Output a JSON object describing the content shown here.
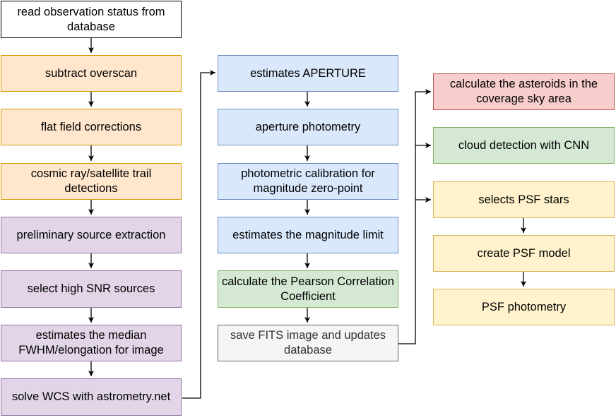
{
  "boxes": [
    {
      "id": "b1",
      "text": "read observation status from database"
    },
    {
      "id": "b2",
      "text": "subtract overscan"
    },
    {
      "id": "b3",
      "text": "flat field corrections"
    },
    {
      "id": "b4",
      "text": "cosmic ray/satellite trail detections"
    },
    {
      "id": "b5",
      "text": "preliminary source extraction"
    },
    {
      "id": "b6",
      "text": "select high SNR sources"
    },
    {
      "id": "b7",
      "text": "estimates the median FWHM/elongation for image"
    },
    {
      "id": "b8",
      "text": "solve WCS with astrometry.net"
    },
    {
      "id": "b9",
      "text": "estimates APERTURE"
    },
    {
      "id": "b10",
      "text": "aperture photometry"
    },
    {
      "id": "b11",
      "text": "photometric calibration for magnitude zero-point"
    },
    {
      "id": "b12",
      "text": "estimates the magnitude limit"
    },
    {
      "id": "b13",
      "text": "calculate the Pearson Correlation Coefficient"
    },
    {
      "id": "b14",
      "text": "save FITS image  and updates database"
    },
    {
      "id": "b15",
      "text": "calculate the asteroids in the coverage sky area"
    },
    {
      "id": "b16",
      "text": "cloud detection with CNN"
    },
    {
      "id": "b17",
      "text": "selects PSF stars"
    },
    {
      "id": "b18",
      "text": "create PSF model"
    },
    {
      "id": "b19",
      "text": "PSF photometry"
    }
  ],
  "colors": {
    "white": {
      "fill": "#ffffff",
      "stroke": "#000000"
    },
    "orange": {
      "fill": "#ffe6cc",
      "stroke": "#d79b00"
    },
    "purple": {
      "fill": "#e1d5e7",
      "stroke": "#9673a6"
    },
    "blue": {
      "fill": "#dae8fc",
      "stroke": "#6c8ebf"
    },
    "green": {
      "fill": "#d5e8d4",
      "stroke": "#82b366"
    },
    "gray": {
      "fill": "#f5f5f5",
      "stroke": "#666666"
    },
    "red": {
      "fill": "#f8cecc",
      "stroke": "#b85450"
    },
    "yellow": {
      "fill": "#fff2cc",
      "stroke": "#d6b656"
    }
  },
  "edges": [
    {
      "from": "b1",
      "to": "b2"
    },
    {
      "from": "b2",
      "to": "b3"
    },
    {
      "from": "b3",
      "to": "b4"
    },
    {
      "from": "b4",
      "to": "b5"
    },
    {
      "from": "b5",
      "to": "b6"
    },
    {
      "from": "b6",
      "to": "b7"
    },
    {
      "from": "b7",
      "to": "b8"
    },
    {
      "from": "b8",
      "to": "b9"
    },
    {
      "from": "b9",
      "to": "b10"
    },
    {
      "from": "b10",
      "to": "b11"
    },
    {
      "from": "b11",
      "to": "b12"
    },
    {
      "from": "b12",
      "to": "b13"
    },
    {
      "from": "b13",
      "to": "b14"
    },
    {
      "from": "b14",
      "to": "b15"
    },
    {
      "from": "b14",
      "to": "b16"
    },
    {
      "from": "b14",
      "to": "b17"
    },
    {
      "from": "b17",
      "to": "b18"
    },
    {
      "from": "b18",
      "to": "b19"
    }
  ]
}
